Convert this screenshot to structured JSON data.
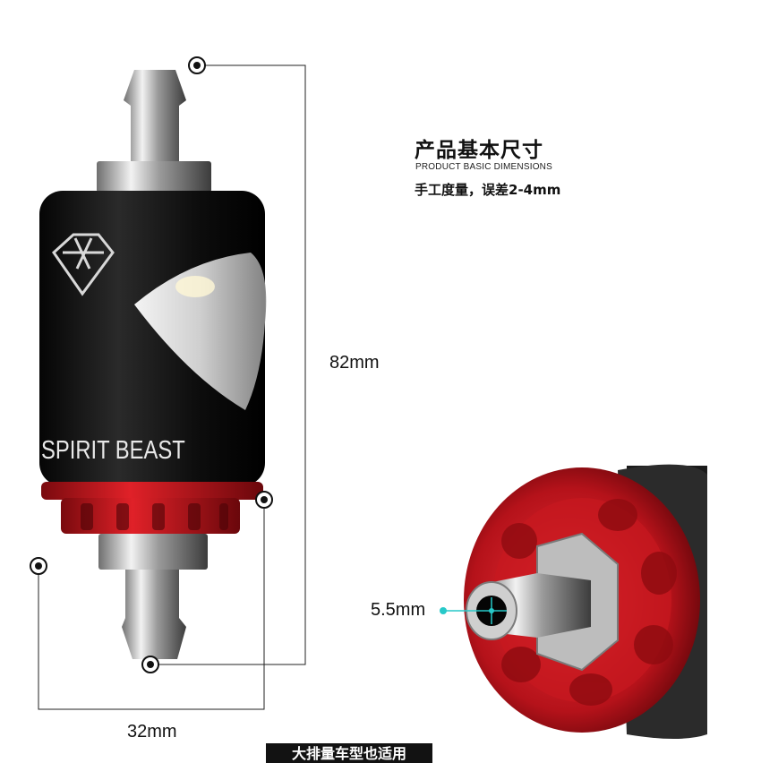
{
  "heading": {
    "title_cn": "产品基本尺寸",
    "title_en": "PRODUCT BASIC DIMENSIONS",
    "note": "手工度量，误差2-4mm"
  },
  "dimensions": {
    "length": "82mm",
    "width": "32mm",
    "bore": "5.5mm"
  },
  "product": {
    "brand_text": "SPIRIT BEAST",
    "body_color": "#111111",
    "nut_color": "#c8141a",
    "fitting_color": "#c9c9c9"
  },
  "banner": {
    "text": "大排量车型也适用"
  }
}
